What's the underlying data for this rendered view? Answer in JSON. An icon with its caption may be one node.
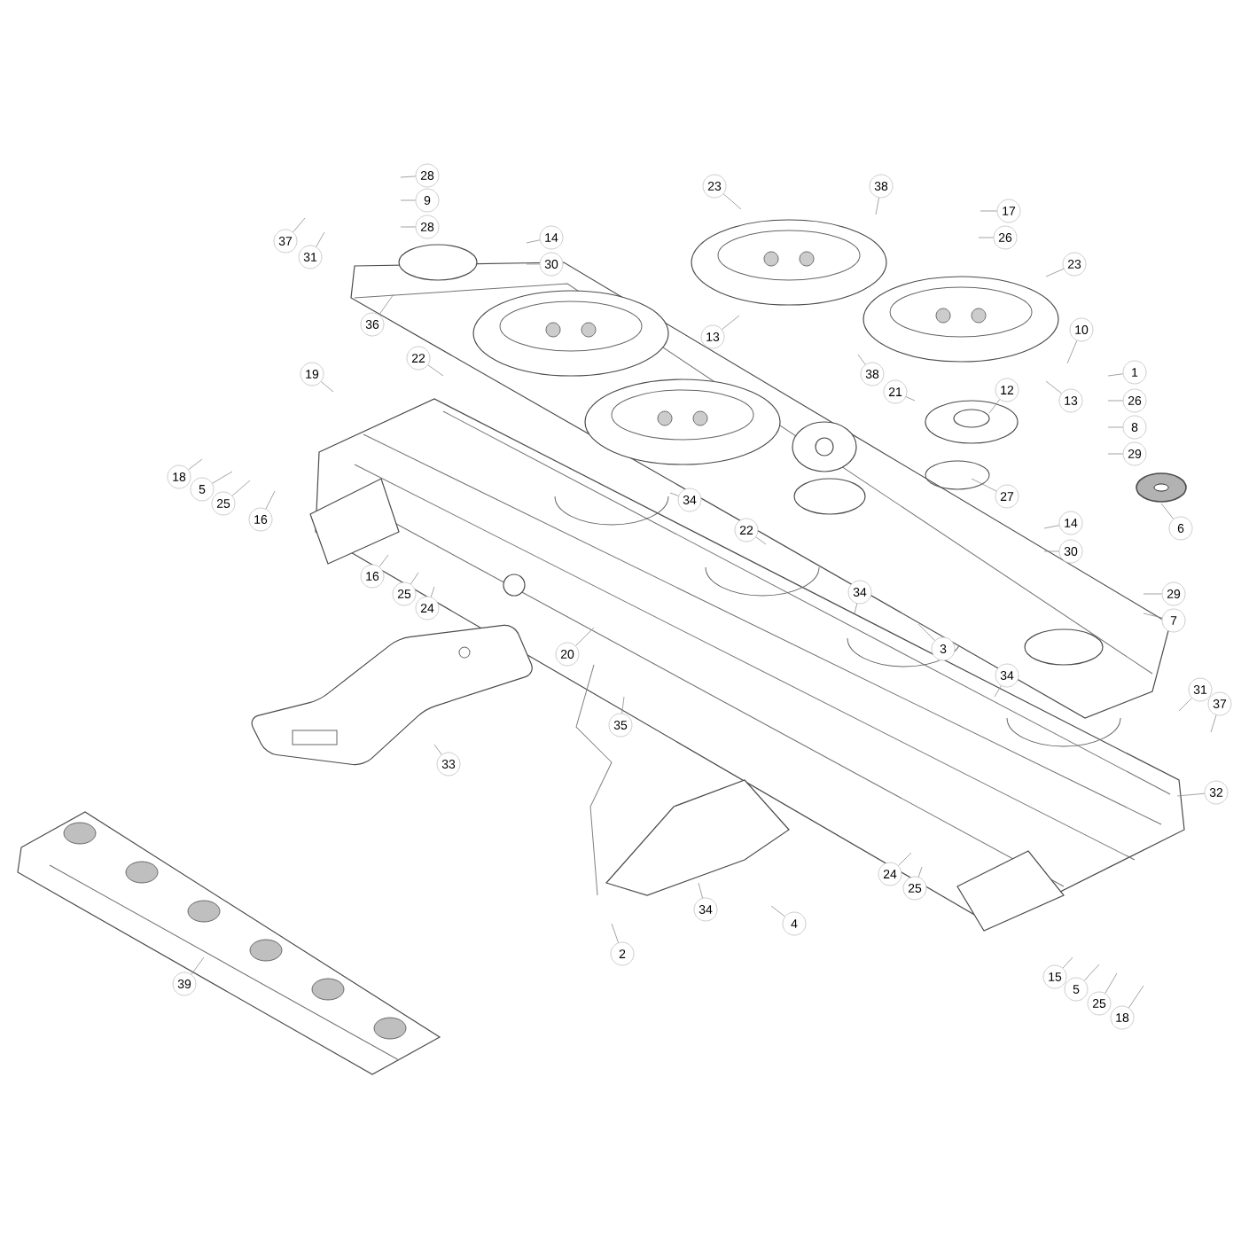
{
  "diagram": {
    "nodes": [
      {
        "text": [
          "28"
        ]
      },
      {
        "text": [
          "9"
        ]
      },
      {
        "text": [
          "28"
        ]
      },
      {
        "text": [
          "37"
        ]
      },
      {
        "text": [
          "31"
        ]
      },
      {
        "text": [
          "14"
        ]
      },
      {
        "text": [
          "30"
        ]
      },
      {
        "text": [
          "36"
        ]
      },
      {
        "text": [
          "23"
        ]
      },
      {
        "text": [
          "38"
        ]
      },
      {
        "text": [
          "17"
        ]
      },
      {
        "text": [
          "26"
        ]
      },
      {
        "text": [
          "23"
        ]
      },
      {
        "text": [
          "13"
        ]
      },
      {
        "text": [
          "10"
        ]
      },
      {
        "text": [
          "13"
        ]
      },
      {
        "text": [
          "38"
        ]
      },
      {
        "text": [
          "21"
        ]
      },
      {
        "text": [
          "12"
        ]
      },
      {
        "text": [
          "1"
        ]
      },
      {
        "text": [
          "26"
        ]
      },
      {
        "text": [
          "8"
        ]
      },
      {
        "text": [
          "29"
        ]
      },
      {
        "text": [
          "27"
        ]
      },
      {
        "text": [
          "6"
        ]
      },
      {
        "text": [
          "19"
        ]
      },
      {
        "text": [
          "22"
        ]
      },
      {
        "text": [
          "18"
        ]
      },
      {
        "text": [
          "5"
        ]
      },
      {
        "text": [
          "25"
        ]
      },
      {
        "text": [
          "16"
        ]
      },
      {
        "text": [
          "34"
        ]
      },
      {
        "text": [
          "22"
        ]
      },
      {
        "text": [
          "14"
        ]
      },
      {
        "text": [
          "30"
        ]
      },
      {
        "text": [
          "16"
        ]
      },
      {
        "text": [
          "25"
        ]
      },
      {
        "text": [
          "24"
        ]
      },
      {
        "text": [
          "34"
        ]
      },
      {
        "text": [
          "3"
        ]
      },
      {
        "text": [
          "29"
        ]
      },
      {
        "text": [
          "7"
        ]
      },
      {
        "text": [
          "20"
        ]
      },
      {
        "text": [
          "34"
        ]
      },
      {
        "text": [
          "31"
        ]
      },
      {
        "text": [
          "37"
        ]
      },
      {
        "text": [
          "35"
        ]
      },
      {
        "text": [
          "33"
        ]
      },
      {
        "text": [
          "32"
        ]
      },
      {
        "text": [
          "34"
        ]
      },
      {
        "text": [
          "24"
        ]
      },
      {
        "text": [
          "25"
        ]
      },
      {
        "text": [
          "4"
        ]
      },
      {
        "text": [
          "2"
        ]
      },
      {
        "text": [
          "15"
        ]
      },
      {
        "text": [
          "5"
        ]
      },
      {
        "text": [
          "25"
        ]
      },
      {
        "text": [
          "18"
        ]
      },
      {
        "text": [
          "39"
        ]
      }
    ],
    "edges": [
      {
        "from": 0,
        "to": null,
        "arrow": "none"
      },
      {
        "from": 1,
        "to": null,
        "arrow": "none"
      },
      {
        "from": 2,
        "to": null,
        "arrow": "none"
      },
      {
        "from": 3,
        "to": null,
        "arrow": "none"
      },
      {
        "from": 4,
        "to": null,
        "arrow": "none"
      },
      {
        "from": 5,
        "to": null,
        "arrow": "none"
      },
      {
        "from": 6,
        "to": null,
        "arrow": "none"
      },
      {
        "from": 7,
        "to": null,
        "arrow": "none"
      },
      {
        "from": 8,
        "to": null,
        "arrow": "none"
      },
      {
        "from": 9,
        "to": null,
        "arrow": "none"
      },
      {
        "from": 10,
        "to": null,
        "arrow": "none"
      },
      {
        "from": 11,
        "to": null,
        "arrow": "none"
      },
      {
        "from": 12,
        "to": null,
        "arrow": "none"
      },
      {
        "from": 13,
        "to": null,
        "arrow": "none"
      },
      {
        "from": 14,
        "to": null,
        "arrow": "none"
      },
      {
        "from": 15,
        "to": null,
        "arrow": "none"
      },
      {
        "from": 16,
        "to": null,
        "arrow": "none"
      },
      {
        "from": 17,
        "to": null,
        "arrow": "none"
      },
      {
        "from": 18,
        "to": null,
        "arrow": "none"
      },
      {
        "from": 19,
        "to": null,
        "arrow": "none"
      },
      {
        "from": 20,
        "to": null,
        "arrow": "none"
      },
      {
        "from": 21,
        "to": null,
        "arrow": "none"
      },
      {
        "from": 22,
        "to": null,
        "arrow": "none"
      },
      {
        "from": 23,
        "to": null,
        "arrow": "none"
      },
      {
        "from": 24,
        "to": null,
        "arrow": "none"
      },
      {
        "from": 25,
        "to": null,
        "arrow": "none"
      },
      {
        "from": 26,
        "to": null,
        "arrow": "none"
      },
      {
        "from": 27,
        "to": null,
        "arrow": "none"
      },
      {
        "from": 28,
        "to": null,
        "arrow": "none"
      },
      {
        "from": 29,
        "to": null,
        "arrow": "none"
      },
      {
        "from": 30,
        "to": null,
        "arrow": "none"
      },
      {
        "from": 31,
        "to": null,
        "arrow": "none"
      },
      {
        "from": 32,
        "to": null,
        "arrow": "none"
      },
      {
        "from": 33,
        "to": null,
        "arrow": "none"
      },
      {
        "from": 34,
        "to": null,
        "arrow": "none"
      },
      {
        "from": 35,
        "to": null,
        "arrow": "none"
      },
      {
        "from": 36,
        "to": null,
        "arrow": "none"
      },
      {
        "from": 37,
        "to": null,
        "arrow": "none"
      },
      {
        "from": 38,
        "to": null,
        "arrow": "none"
      },
      {
        "from": 39,
        "to": null,
        "arrow": "none"
      },
      {
        "from": 40,
        "to": null,
        "arrow": "none"
      },
      {
        "from": 41,
        "to": null,
        "arrow": "none"
      },
      {
        "from": 42,
        "to": null,
        "arrow": "none"
      },
      {
        "from": 43,
        "to": null,
        "arrow": "none"
      },
      {
        "from": 44,
        "to": null,
        "arrow": "none"
      },
      {
        "from": 45,
        "to": null,
        "arrow": "none"
      },
      {
        "from": 46,
        "to": null,
        "arrow": "none"
      },
      {
        "from": 47,
        "to": null,
        "arrow": "none"
      },
      {
        "from": 48,
        "to": null,
        "arrow": "none"
      },
      {
        "from": 49,
        "to": null,
        "arrow": "none"
      },
      {
        "from": 50,
        "to": null,
        "arrow": "none"
      },
      {
        "from": 51,
        "to": null,
        "arrow": "none"
      },
      {
        "from": 52,
        "to": null,
        "arrow": "none"
      },
      {
        "from": 53,
        "to": null,
        "arrow": "none"
      },
      {
        "from": 54,
        "to": null,
        "arrow": "none"
      },
      {
        "from": 55,
        "to": null,
        "arrow": "none"
      },
      {
        "from": 56,
        "to": null,
        "arrow": "none"
      },
      {
        "from": 57,
        "to": null,
        "arrow": "none"
      },
      {
        "from": 58,
        "to": null,
        "arrow": "none"
      }
    ]
  }
}
